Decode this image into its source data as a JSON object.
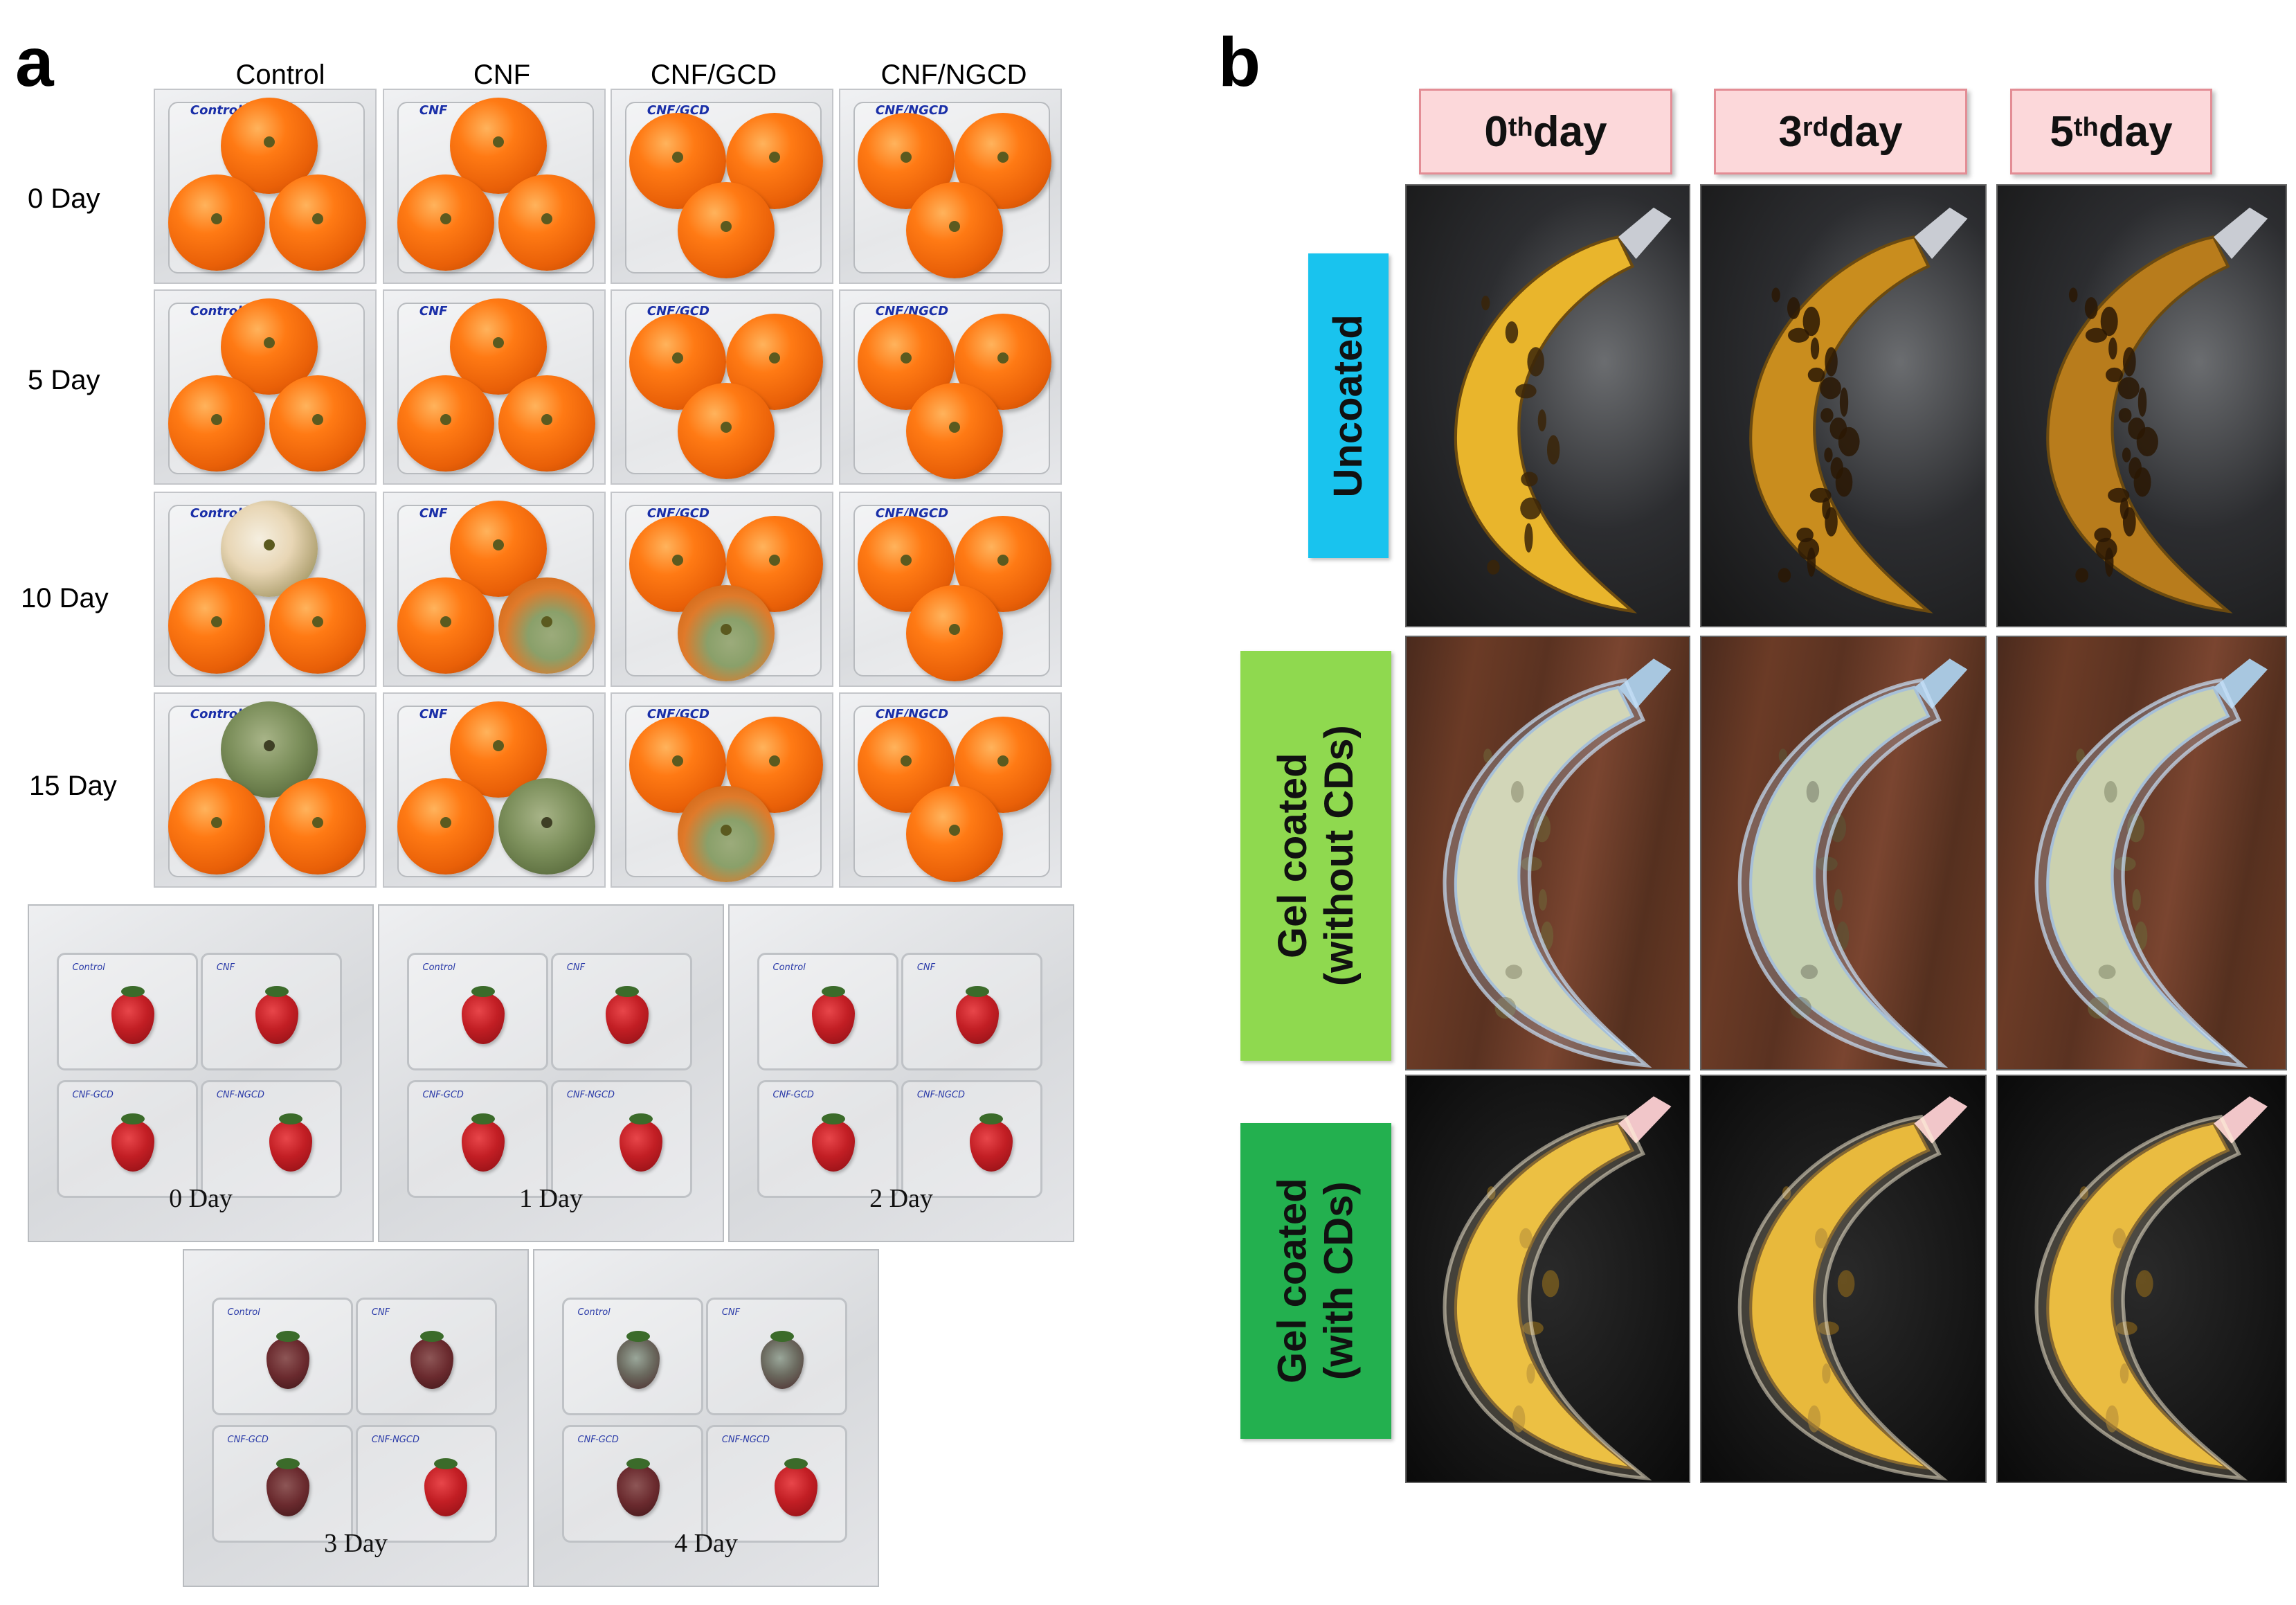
{
  "panel_a": {
    "letter": "a",
    "columns": [
      "Control",
      "CNF",
      "CNF/GCD",
      "CNF/NGCD"
    ],
    "rows": [
      "0 Day",
      "5 Day",
      "10 Day",
      "15 Day"
    ],
    "tray_labels": [
      "Control",
      "CNF",
      "CNF/GCD",
      "CNF/NGCD"
    ],
    "strawberry_days": [
      "0 Day",
      "1 Day",
      "2 Day",
      "3 Day",
      "4 Day"
    ],
    "strawberry_cell_labels": [
      "Control",
      "CNF",
      "CNF-GCD",
      "CNF-NGCD"
    ]
  },
  "panel_b": {
    "letter": "b",
    "days": [
      {
        "num": "0",
        "sup": "th",
        "word": " day"
      },
      {
        "num": "3",
        "sup": "rd",
        "word": " day"
      },
      {
        "num": "5",
        "sup": "th",
        "word": " day"
      }
    ],
    "rows": [
      {
        "line1": "Uncoated",
        "line2": "",
        "color": "#19c3ee"
      },
      {
        "line1": "Gel coated",
        "line2": "(without CDs)",
        "color": "#8fd94f"
      },
      {
        "line1": "Gel coated",
        "line2": "(with CDs)",
        "color": "#23b04f"
      }
    ]
  }
}
